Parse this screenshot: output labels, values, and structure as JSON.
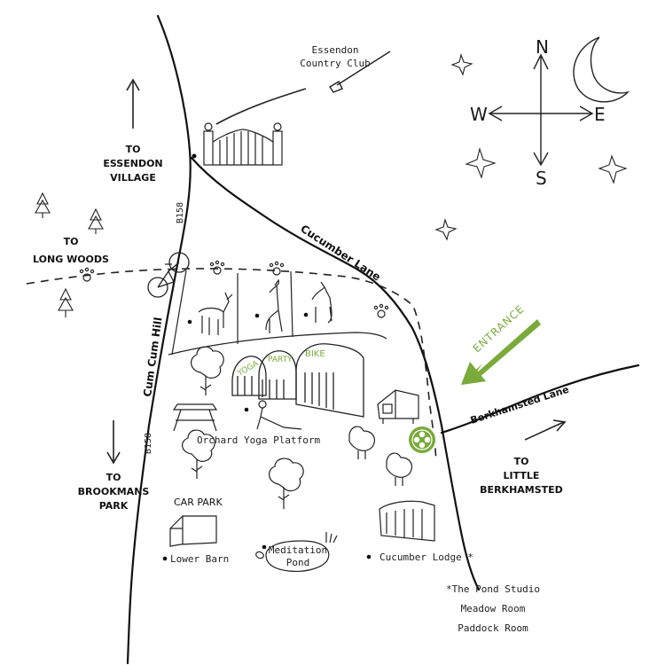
{
  "colors": {
    "ink": "#1a1a1a",
    "accent": "#7aaa3a",
    "accent_light": "#a8cc6e"
  },
  "icons": [
    "golf-club-icon",
    "gate-icon",
    "compass-icon",
    "moon-icon",
    "star-icon",
    "tree-icon",
    "bicycle-icon",
    "paw-icon",
    "donkey-icon",
    "alpaca-icon",
    "goat-icon",
    "barn-icon",
    "tree-orchard-icon",
    "picnic-table-icon",
    "yoga-figure-icon",
    "chicken-icon",
    "coop-icon",
    "flower-badge-icon",
    "arrow-icon"
  ],
  "labels": {
    "club_line1": "Essendon",
    "club_line2": "Country Club",
    "to_essendon_1": "TO",
    "to_essendon_2": "ESSENDON",
    "to_essendon_3": "VILLAGE",
    "to_long_woods_1": "TO",
    "to_long_woods_2": "LONG WOODS",
    "road_b158_top": "B158",
    "road_b158_bottom": "B158",
    "cum_cum_hill": "Cum Cum Hill",
    "cucumber_lane": "Cucumber Lane",
    "berkhamsted_lane": "Berkhamsted Lane",
    "entrance": "ENTRANCE",
    "to_brookmans_1": "TO",
    "to_brookmans_2": "BROOKMANS",
    "to_brookmans_3": "PARK",
    "to_little_1": "TO",
    "to_little_2": "LITTLE",
    "to_little_3": "BERKHAMSTED",
    "barn_yoga": "YOGA",
    "barn_party": "PARTY",
    "barn_bike": "BIKE",
    "orchard_yoga": "Orchard Yoga Platform",
    "car_park": "CAR PARK",
    "lower_barn": "Lower Barn",
    "meditation_1": "Meditation",
    "meditation_2": "Pond",
    "cucumber_lodge": "Cucumber Lodge *",
    "note_1": "*The Pond Studio",
    "note_2": "Meadow Room",
    "note_3": "Paddock Room",
    "compass_n": "N",
    "compass_s": "S",
    "compass_e": "E",
    "compass_w": "W"
  }
}
